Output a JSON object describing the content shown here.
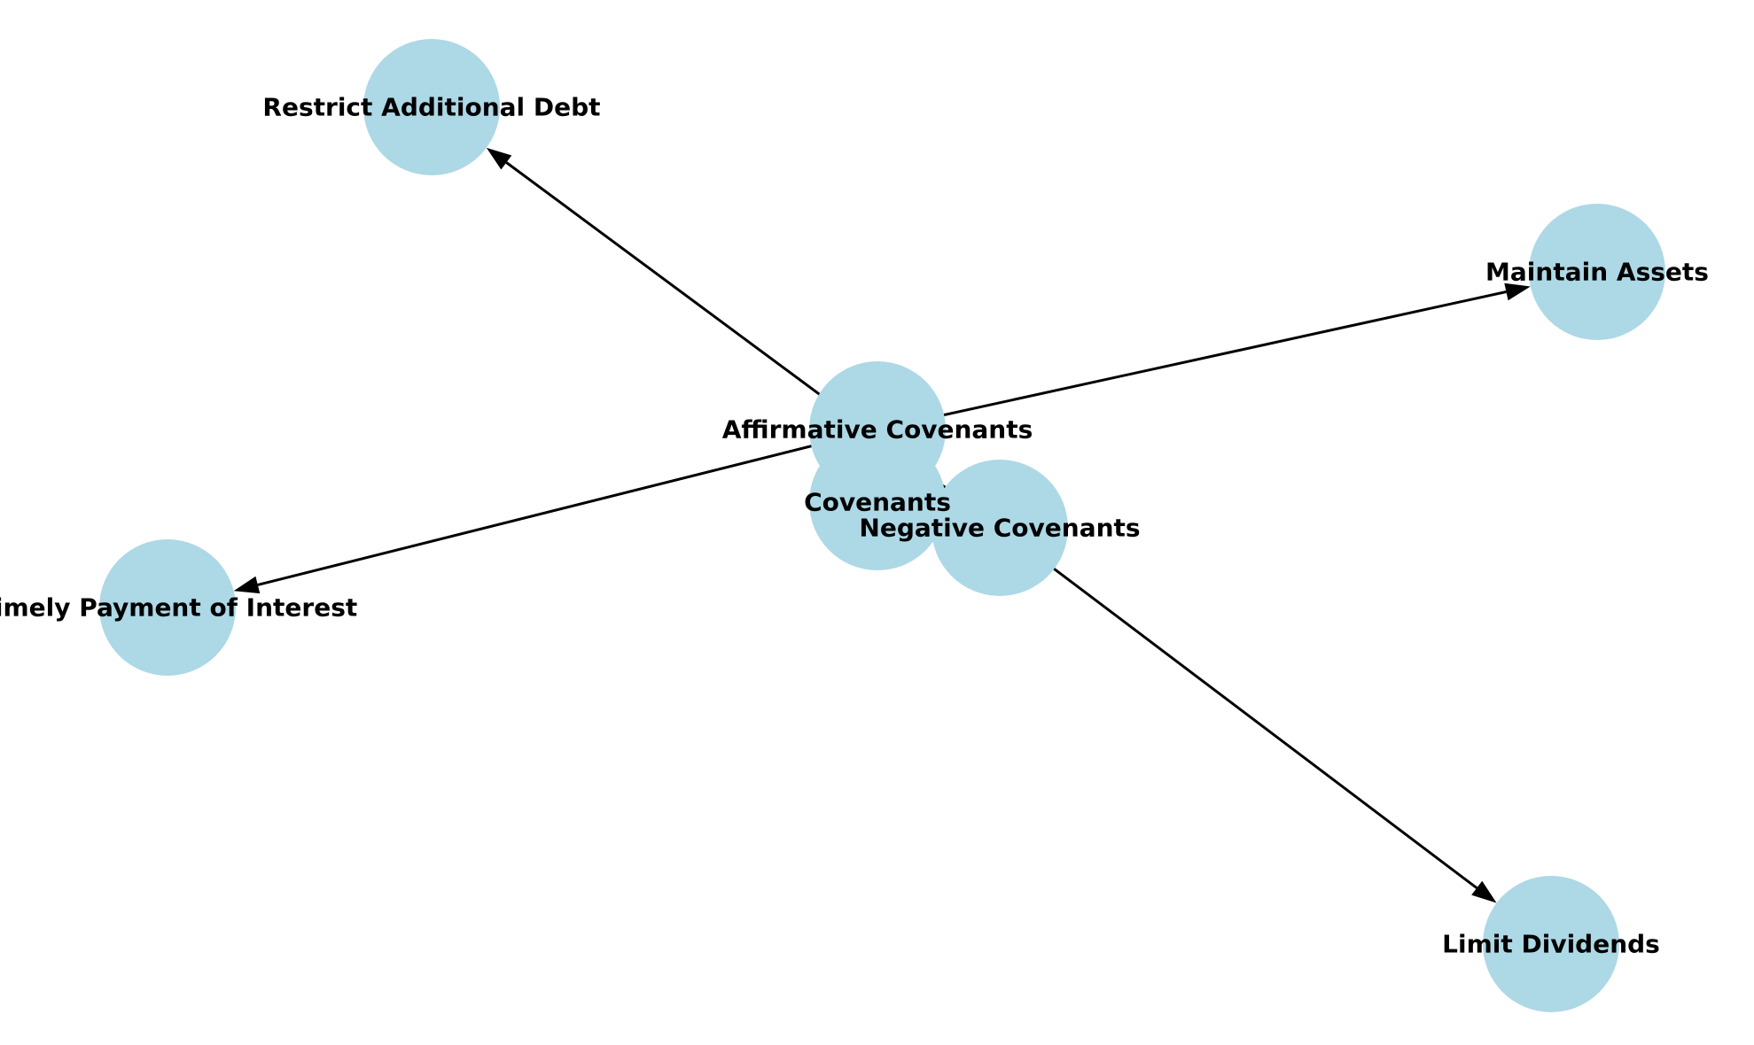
{
  "diagram": {
    "node_color": "#add8e6",
    "edge_color": "#000000",
    "label_color": "#000000",
    "nodes": [
      {
        "id": "covenants",
        "label": "Covenants"
      },
      {
        "id": "affirmative",
        "label": "Affirmative Covenants"
      },
      {
        "id": "negative",
        "label": "Negative Covenants"
      },
      {
        "id": "restrict",
        "label": "Restrict Additional Debt"
      },
      {
        "id": "maintain",
        "label": "Maintain Assets"
      },
      {
        "id": "timely",
        "label": "Timely Payment of Interest"
      },
      {
        "id": "dividends",
        "label": "Limit Dividends"
      }
    ],
    "edges": [
      {
        "from": "covenants",
        "to": "affirmative"
      },
      {
        "from": "covenants",
        "to": "negative"
      },
      {
        "from": "affirmative",
        "to": "maintain"
      },
      {
        "from": "affirmative",
        "to": "timely"
      },
      {
        "from": "negative",
        "to": "restrict"
      },
      {
        "from": "negative",
        "to": "dividends"
      }
    ]
  }
}
